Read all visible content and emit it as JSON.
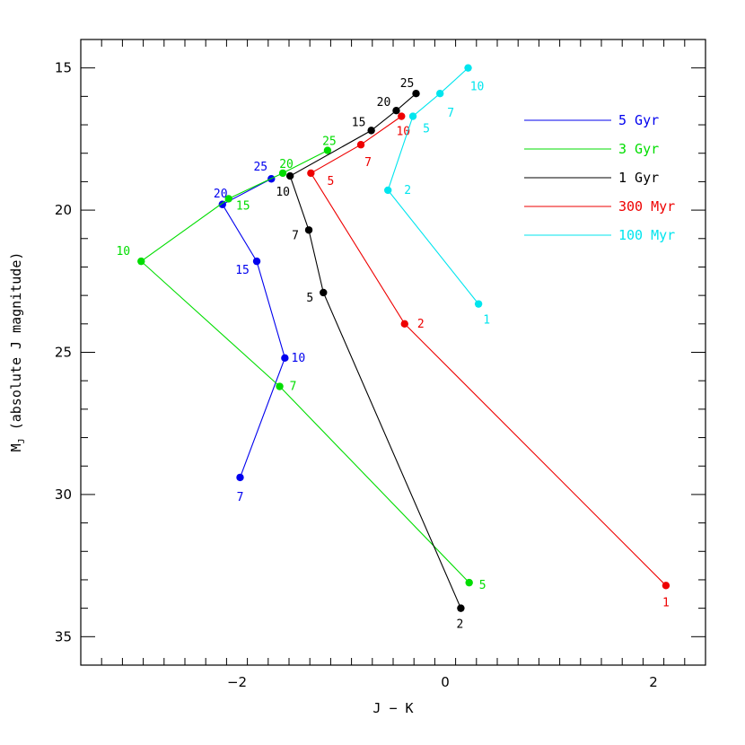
{
  "chart_data": {
    "type": "line",
    "xlabel": "J − K",
    "ylabel_main": "M",
    "ylabel_sub": "J",
    "ylabel_rest": " (absolute J magnitude)",
    "xlim": [
      -3.5,
      2.5
    ],
    "ylim": [
      36,
      14
    ],
    "y_inverted": true,
    "x_major_ticks": [
      -2,
      0,
      2
    ],
    "x_minor_step": 0.2,
    "y_major_ticks": [
      15,
      20,
      25,
      30,
      35
    ],
    "y_minor_step": 1,
    "grid": false,
    "legend_position": "upper-right",
    "series": [
      {
        "name": "5 Gyr",
        "color": "#0000ee",
        "points": [
          {
            "x": -1.97,
            "y": 29.4,
            "label": "7"
          },
          {
            "x": -1.54,
            "y": 25.2,
            "label": "10"
          },
          {
            "x": -1.81,
            "y": 21.8,
            "label": "15"
          },
          {
            "x": -2.14,
            "y": 19.8,
            "label": "20"
          },
          {
            "x": -1.67,
            "y": 18.9,
            "label": "25"
          }
        ]
      },
      {
        "name": "3 Gyr",
        "color": "#00dd00",
        "points": [
          {
            "x": 0.23,
            "y": 33.1,
            "label": "5"
          },
          {
            "x": -1.59,
            "y": 26.2,
            "label": "7"
          },
          {
            "x": -2.92,
            "y": 21.8,
            "label": "10"
          },
          {
            "x": -2.08,
            "y": 19.6,
            "label": "15"
          },
          {
            "x": -1.56,
            "y": 18.7,
            "label": "20"
          },
          {
            "x": -1.13,
            "y": 17.9,
            "label": "25"
          }
        ]
      },
      {
        "name": "1 Gyr",
        "color": "#000000",
        "points": [
          {
            "x": 0.15,
            "y": 34.0,
            "label": "2"
          },
          {
            "x": -1.17,
            "y": 22.9,
            "label": "5"
          },
          {
            "x": -1.31,
            "y": 20.7,
            "label": "7"
          },
          {
            "x": -1.49,
            "y": 18.8,
            "label": "10"
          },
          {
            "x": -0.71,
            "y": 17.2,
            "label": "15"
          },
          {
            "x": -0.47,
            "y": 16.5,
            "label": "20"
          },
          {
            "x": -0.28,
            "y": 15.9,
            "label": "25"
          }
        ]
      },
      {
        "name": "300 Myr",
        "color": "#ee0000",
        "points": [
          {
            "x": 2.12,
            "y": 33.2,
            "label": "1"
          },
          {
            "x": -0.39,
            "y": 24.0,
            "label": "2"
          },
          {
            "x": -1.29,
            "y": 18.7,
            "label": "5"
          },
          {
            "x": -0.81,
            "y": 17.7,
            "label": "7"
          },
          {
            "x": -0.42,
            "y": 16.7,
            "label": "10"
          }
        ]
      },
      {
        "name": "100 Myr",
        "color": "#00e5ee",
        "points": [
          {
            "x": 0.32,
            "y": 23.3,
            "label": "1"
          },
          {
            "x": -0.55,
            "y": 19.3,
            "label": "2"
          },
          {
            "x": -0.31,
            "y": 16.7,
            "label": "5"
          },
          {
            "x": -0.05,
            "y": 15.9,
            "label": "7"
          },
          {
            "x": 0.22,
            "y": 15.0,
            "label": "10"
          }
        ]
      }
    ]
  }
}
